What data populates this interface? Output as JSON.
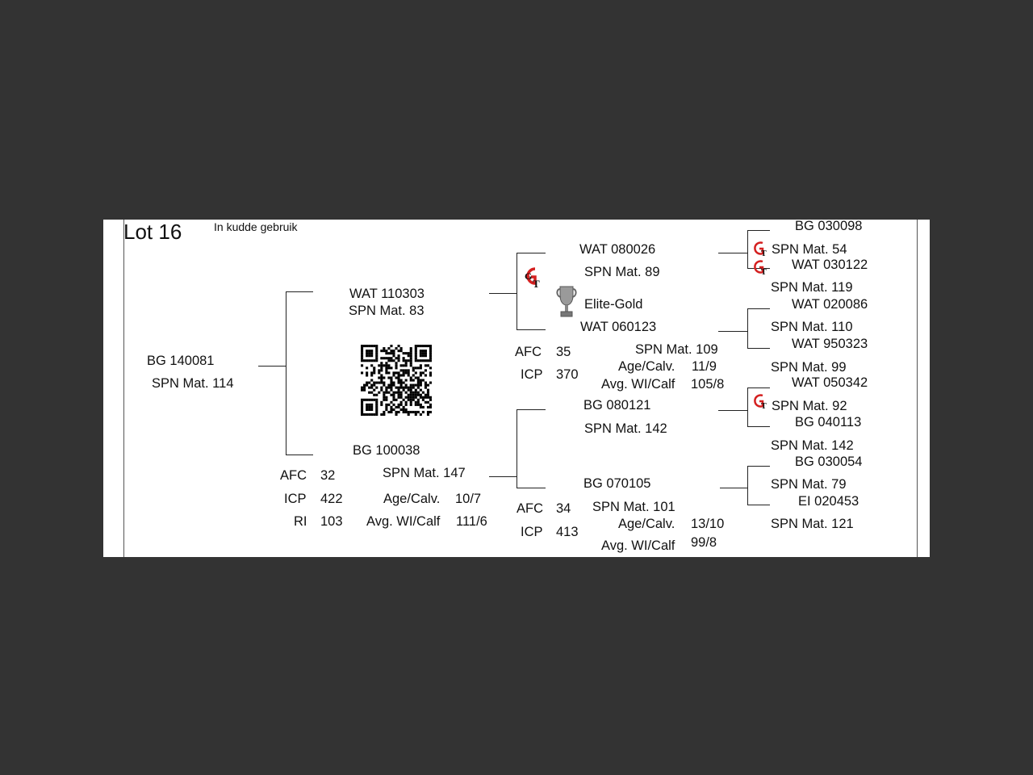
{
  "header": {
    "lot": "Lot 16",
    "status": "In kudde gebruik"
  },
  "subject": {
    "id": "BG  140081",
    "spn": "SPN Mat. 114"
  },
  "sire": {
    "id": "WAT 110303",
    "spn": "SPN Mat. 83"
  },
  "dam": {
    "id": "BG  100038",
    "spn": "SPN Mat. 147",
    "afc_label": "AFC",
    "afc": "32",
    "icp_label": "ICP",
    "icp": "422",
    "ri_label": "RI",
    "ri": "103",
    "age_label": "Age/Calv.",
    "age": "10/7",
    "wi_label": "Avg. WI/Calf",
    "wi": "111/6"
  },
  "ss": {
    "id": "WAT 080026",
    "spn": "SPN Mat. 89"
  },
  "sd": {
    "id": "WAT 060123",
    "award": "Elite-Gold",
    "spn": "SPN Mat. 109",
    "afc_label": "AFC",
    "afc": "35",
    "icp_label": "ICP",
    "icp": "370",
    "age_label": "Age/Calv.",
    "age": "11/9",
    "wi_label": "Avg. WI/Calf",
    "wi": "105/8"
  },
  "ds": {
    "id": "BG  080121",
    "spn": "SPN Mat. 142"
  },
  "dd": {
    "id": "BG  070105",
    "spn": "SPN Mat. 101",
    "afc_label": "AFC",
    "afc": "34",
    "icp_label": "ICP",
    "icp": "413",
    "age_label": "Age/Calv.",
    "age": "13/10",
    "wi_label": "Avg. WI/Calf",
    "wi": "99/8"
  },
  "gen3": [
    {
      "id": "BG  030098",
      "spn": "SPN Mat. 54"
    },
    {
      "id": "WAT 030122",
      "spn": "SPN Mat. 119"
    },
    {
      "id": "WAT 020086",
      "spn": "SPN Mat. 110"
    },
    {
      "id": "WAT 950323",
      "spn": "SPN Mat. 99"
    },
    {
      "id": "WAT 050342",
      "spn": "SPN Mat. 92"
    },
    {
      "id": "BG  040113",
      "spn": "SPN Mat. 142"
    },
    {
      "id": "BG  030054",
      "spn": "SPN Mat. 79"
    },
    {
      "id": "EI  020453",
      "spn": "SPN Mat. 121"
    }
  ],
  "icons": [
    "gt-logo-icon",
    "trophy-icon",
    "qr-code"
  ],
  "colors": {
    "logo_red": "#d42020",
    "background": "#333333"
  }
}
